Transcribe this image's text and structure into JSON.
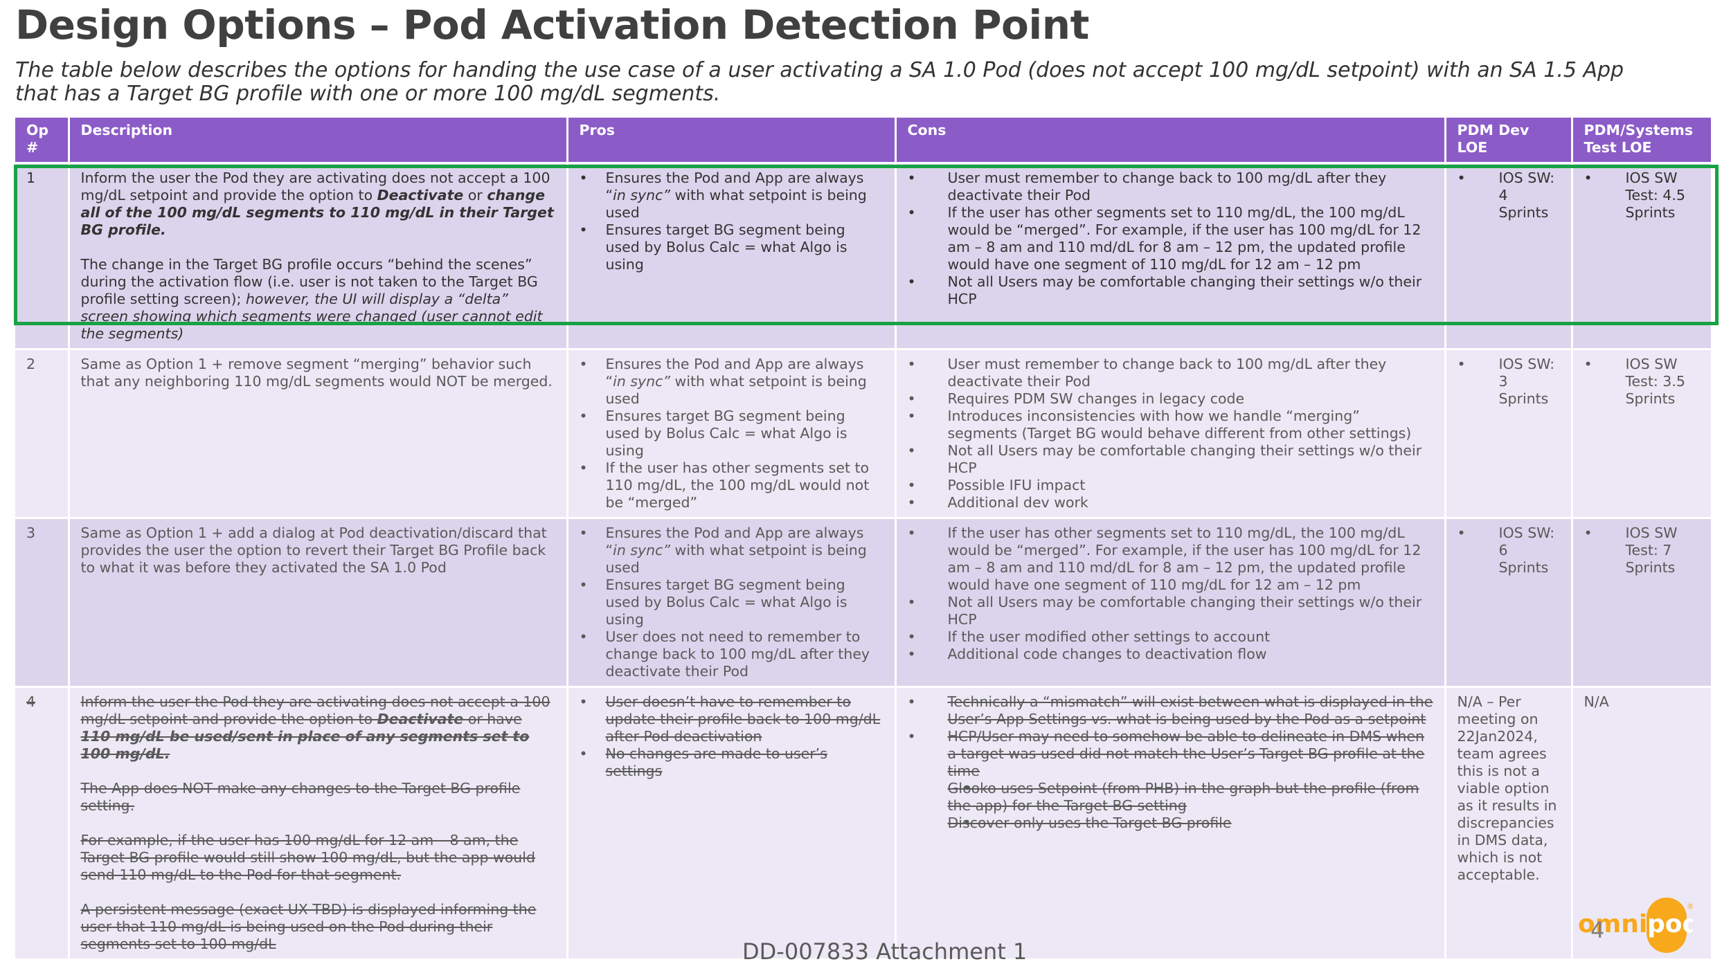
{
  "header": {
    "title": "Design Options – Pod Activation Detection Point",
    "subtitle": "The table below describes the options for handing the use case of a user activating a SA 1.0 Pod (does not accept 100 mg/dL setpoint) with an SA 1.5 App that has a Target BG profile with one or more 100 mg/dL segments."
  },
  "table": {
    "headers": [
      "Op #",
      "Description",
      "Pros",
      "Cons",
      "PDM Dev LOE",
      "PDM/Systems Test LOE"
    ],
    "rows": [
      {
        "op": "1",
        "desc_a1": "Inform the user the Pod they are activating does not accept a 100 mg/dL setpoint and provide the option to ",
        "desc_a2": "Deactivate",
        "desc_a3": " or ",
        "desc_a4": "change all of the 100 mg/dL segments to 110 mg/dL in their Target BG profile.",
        "desc_b1": "The change in the Target BG profile occurs “behind the scenes” during the activation flow (i.e. user is not taken to the Target BG profile setting screen); ",
        "desc_b2": "however, the UI will display a “delta” screen showing which segments were changed (user cannot edit the segments)",
        "pros1_a": "Ensures the Pod and App are always “",
        "pros1_b": "in sync”",
        "pros1_c": " with what setpoint is being used",
        "pros2": "Ensures target BG segment being used by Bolus Calc = what Algo is using",
        "cons": [
          "User must remember to change back to 100 mg/dL after they deactivate their Pod",
          "If the user has other segments set to 110 mg/dL, the 100 mg/dL would be “merged”. For example, if the user has 100 mg/dL for 12 am – 8 am and 110 md/dL for 8 am – 12 pm, the updated profile would have one segment of 110 mg/dL for 12 am – 12 pm",
          "Not all Users may be comfortable changing their settings w/o their HCP"
        ],
        "dev": "IOS SW: 4 Sprints",
        "test": "IOS SW Test: 4.5 Sprints"
      },
      {
        "op": "2",
        "desc": "Same as Option 1 + remove segment “merging” behavior such that any neighboring 110 mg/dL segments would NOT be merged.",
        "pros1_a": "Ensures the Pod and App are always “",
        "pros1_b": "in sync”",
        "pros1_c": " with what setpoint is being used",
        "pros2": "Ensures target BG segment being used by Bolus Calc = what Algo is using",
        "pros3": "If the user has other segments set to 110 mg/dL, the 100 mg/dL would not be “merged”",
        "cons": [
          "User must remember to change back to 100 mg/dL after they deactivate their Pod",
          "Requires PDM SW changes in legacy code",
          "Introduces inconsistencies with how we handle “merging” segments (Target BG would behave different from other settings)",
          "Not all Users may be comfortable changing their settings w/o their HCP",
          "Possible IFU impact",
          "Additional dev work"
        ],
        "dev": "IOS SW: 3 Sprints",
        "test": "IOS SW Test: 3.5 Sprints"
      },
      {
        "op": "3",
        "desc": "Same as Option 1 + add a dialog at Pod deactivation/discard that provides the user the option to revert their Target BG Profile back to what it was before they activated the SA 1.0 Pod",
        "pros1_a": "Ensures the Pod and App are always “",
        "pros1_b": "in sync”",
        "pros1_c": " with what setpoint is being used",
        "pros2": "Ensures target BG segment being used by Bolus Calc = what Algo is using",
        "pros3": "User does not need to remember to change back to 100 mg/dL after they deactivate their Pod",
        "cons": [
          "If the user has other segments set to 110 mg/dL, the 100 mg/dL would be “merged”. For example, if the user has 100 mg/dL for 12 am – 8 am and 110 md/dL for 8 am – 12 pm, the updated profile would have one segment of 110 mg/dL for 12 am – 12 pm",
          "Not all Users may be comfortable changing their settings w/o their HCP",
          "If the user modified other settings to account",
          "Additional code changes to deactivation flow"
        ],
        "dev": "IOS SW: 6 Sprints",
        "test": "IOS SW Test: 7 Sprints"
      },
      {
        "op": "4",
        "desc_a1": "Inform the user the Pod they are activating does not accept a 100 mg/dL setpoint and provide the option to ",
        "desc_a2": "Deactivate",
        "desc_a3": " or have ",
        "desc_a4": "110 mg/dL be used/sent in place of any segments set to 100 mg/dL.",
        "desc_b": "The App does NOT make any changes to the Target BG profile setting.",
        "desc_c": "For example, if the user has 100 mg/dL for 12 am – 8 am, the Target BG profile would still show 100 mg/dL, but the app would send 110 mg/dL to the Pod for that segment.",
        "desc_d": "A persistent message (exact UX TBD) is displayed informing the user that 110 mg/dL is being used on the Pod during their segments set to 100 mg/dL",
        "pros": [
          "User doesn’t have to remember to update their profile back to 100 mg/dL after Pod deactivation",
          "No changes are made to user’s settings"
        ],
        "cons": [
          "Technically a “mismatch” will exist between what is displayed in the User’s App Settings vs. what is being used by the Pod as a setpoint",
          "HCP/User may need to somehow be able to delineate in DMS when a target was used did not match the User’s Target BG profile at the time"
        ],
        "cons_sub": [
          "Glooko uses Setpoint (from PHB) in the graph but the profile (from the app) for the Target BG setting",
          "Discover only uses the Target BG profile"
        ],
        "dev": "N/A – Per meeting on 22Jan2024, team agrees this is not a viable option as it results in discrepancies in DMS data, which is not acceptable.",
        "test": "N/A"
      }
    ]
  },
  "logo": {
    "text_a": "omni",
    "text_b": "pod",
    "mark": "®",
    "brand_color": "#f7a81b"
  },
  "page_number": "4",
  "footer": "DD-007833 Attachment 1",
  "colors": {
    "header_bg": "#8b5cc8",
    "row_dark": "#dcd4ec",
    "row_light": "#ede8f5",
    "highlight": "#17a244"
  }
}
